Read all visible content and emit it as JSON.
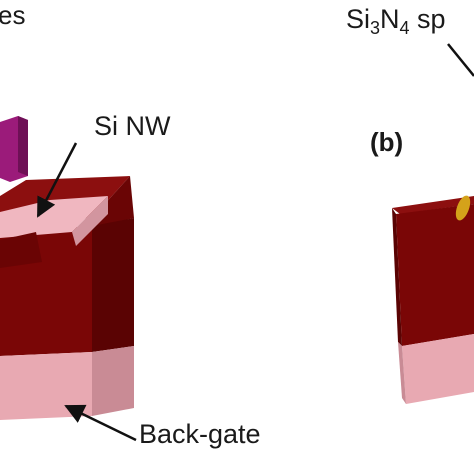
{
  "labels": {
    "top_left_partial": "es",
    "nanowire": "Si NW",
    "spacer_prefix": "Si",
    "spacer_sub1": "3",
    "spacer_mid": "N",
    "spacer_sub2": "4",
    "spacer_suffix": " sp",
    "panel_b": "(b)",
    "back_gate": "Back-gate"
  },
  "colors": {
    "box_front": "#7a0606",
    "box_side": "#5a0303",
    "box_top": "#8c0f0f",
    "nanowire_fill": "#f0b7c0",
    "back_gate_fill": "#e8a9b2",
    "contact_pad": "#9b1b7a",
    "gate_ring": "#d4a21a"
  }
}
